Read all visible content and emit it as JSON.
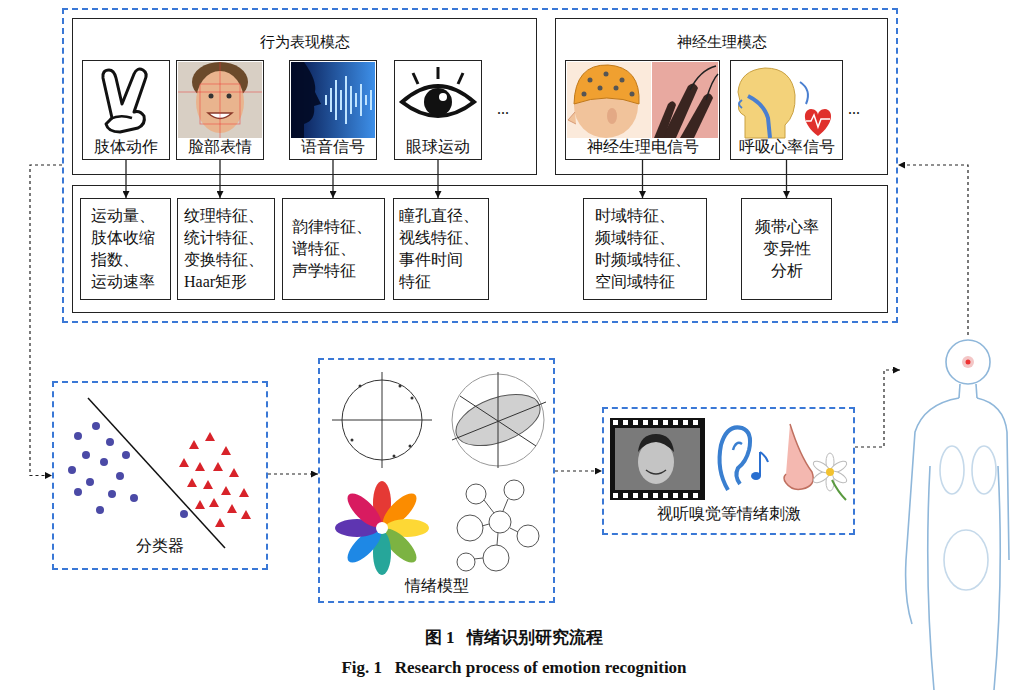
{
  "diagram": {
    "caption": "图 1   情绪识别研究流程",
    "nodes": [
      {
        "text": []
      },
      {
        "text": [
          "行为表现模态"
        ],
        "in": 0
      },
      {
        "text": [
          "肢体动作"
        ],
        "in": 1
      },
      {
        "text": [
          "脸部表情"
        ],
        "in": 1
      },
      {
        "text": [
          "语音信号"
        ],
        "in": 1
      },
      {
        "text": [
          "眼球运动"
        ],
        "in": 1
      },
      {
        "text": [
          "神经生理模态"
        ],
        "in": 0
      },
      {
        "text": [
          "神经生理电信号"
        ],
        "in": 6
      },
      {
        "text": [
          "呼吸心率信号"
        ],
        "in": 6
      },
      {
        "text": [],
        "in": 0
      },
      {
        "text": [
          "运动量、 肢体收缩 指数、 运动速率"
        ],
        "in": 9
      },
      {
        "text": [
          "纹理特征、 统计特征、 变换特征、 Haar矩形"
        ],
        "in": 9
      },
      {
        "text": [
          "韵律特征、 谱特征、 声学特征"
        ],
        "in": 9
      },
      {
        "text": [
          "瞳孔直径、 视线特征、 事件时间 特征"
        ],
        "in": 9
      },
      {
        "text": [
          "时域特征、 频域特征、 时频域特征、 空间域特征"
        ],
        "in": 9
      },
      {
        "text": [
          "频带心率 变异性 分析"
        ],
        "in": 9
      },
      {
        "text": [
          "分类器"
        ]
      },
      {
        "text": [
          "情绪模型"
        ]
      },
      {
        "text": [
          "视听嗅觉等情绪刺激"
        ]
      },
      {
        "text": []
      }
    ],
    "edges": [
      {
        "from": 2,
        "to": 10,
        "arrow": "to"
      },
      {
        "from": 3,
        "to": 11,
        "arrow": "to"
      },
      {
        "from": 4,
        "to": 12,
        "arrow": "to"
      },
      {
        "from": 5,
        "to": 13,
        "arrow": "to"
      },
      {
        "from": 7,
        "to": 14,
        "arrow": "to"
      },
      {
        "from": 8,
        "to": 15,
        "arrow": "to"
      },
      {
        "from": 0,
        "to": 16,
        "arrow": "to"
      },
      {
        "from": 16,
        "to": 17,
        "arrow": "to"
      },
      {
        "from": 17,
        "to": 18,
        "arrow": "to"
      },
      {
        "from": 18,
        "to": 19,
        "arrow": "to"
      },
      {
        "from": 19,
        "to": 0,
        "arrow": "to"
      }
    ],
    "labels": [
      "...",
      "...",
      "Fig. 1   Research process of emotion recognition"
    ]
  }
}
